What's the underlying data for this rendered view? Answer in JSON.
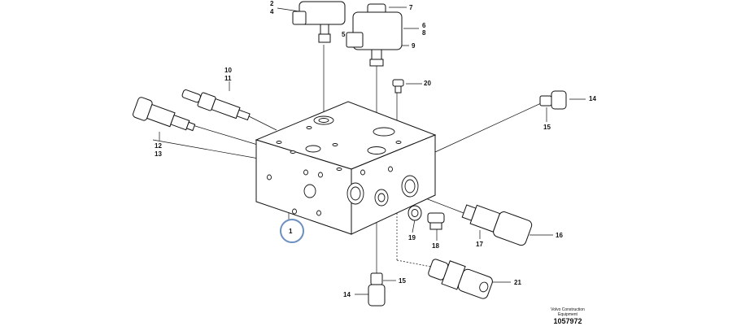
{
  "labels": {
    "l1": "1",
    "l2": "2",
    "l4": "4",
    "l5": "5",
    "l6": "6",
    "l7": "7",
    "l8": "8",
    "l9": "9",
    "l10": "10",
    "l11": "11",
    "l12": "12",
    "l13": "13",
    "l14a": "14",
    "l14b": "14",
    "l15a": "15",
    "l15b": "15",
    "l16": "16",
    "l17": "17",
    "l18": "18",
    "l19": "19",
    "l20": "20",
    "l21": "21"
  },
  "credit": {
    "line1": "Volvo Construction",
    "line2": "Equipment",
    "number": "1057972"
  },
  "colors": {
    "ink": "#111111",
    "callout_circle": "#6b8fc0",
    "background": "#ffffff"
  }
}
